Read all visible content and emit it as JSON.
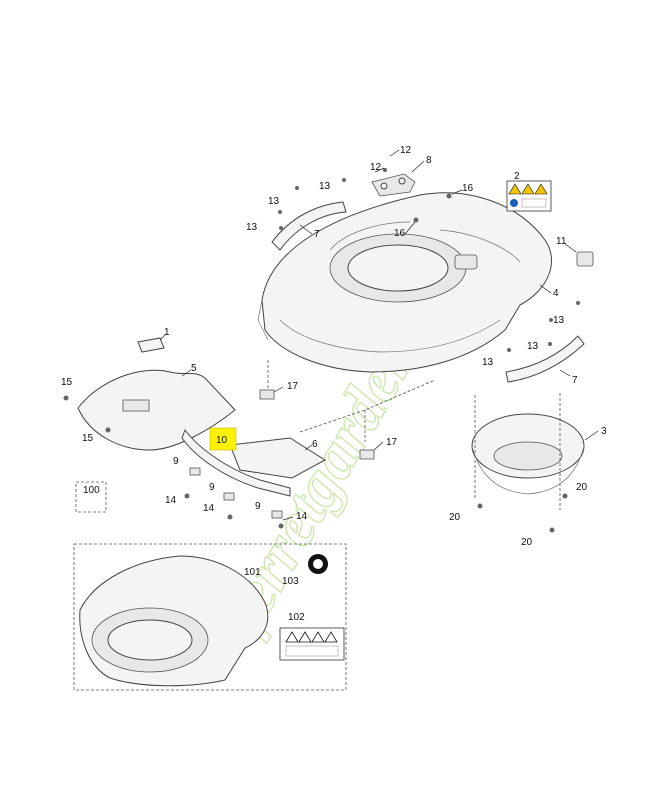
{
  "watermark": "ferretgarden.com",
  "labels": {
    "l1": "1",
    "l2": "2",
    "l3": "3",
    "l4": "4",
    "l5": "5",
    "l6": "6",
    "l7a": "7",
    "l7b": "7",
    "l8": "8",
    "l9a": "9",
    "l9b": "9",
    "l9c": "9",
    "l10": "10",
    "l11": "11",
    "l12a": "12",
    "l12b": "12",
    "l13a": "13",
    "l13b": "13",
    "l13c": "13",
    "l13d": "13",
    "l13e": "13",
    "l13f": "13",
    "l14a": "14",
    "l14b": "14",
    "l14c": "14",
    "l15a": "15",
    "l15b": "15",
    "l16a": "16",
    "l16b": "16",
    "l17a": "17",
    "l17b": "17",
    "l20a": "20",
    "l20b": "20",
    "l20c": "20",
    "l100": "100",
    "l101": "101",
    "l102": "102",
    "l103": "103"
  },
  "colors": {
    "highlight": "#fff200",
    "watermark_green": "#c9e6a6",
    "watermark_orange": "#f6c79a",
    "warning_yellow": "#f5c400"
  }
}
